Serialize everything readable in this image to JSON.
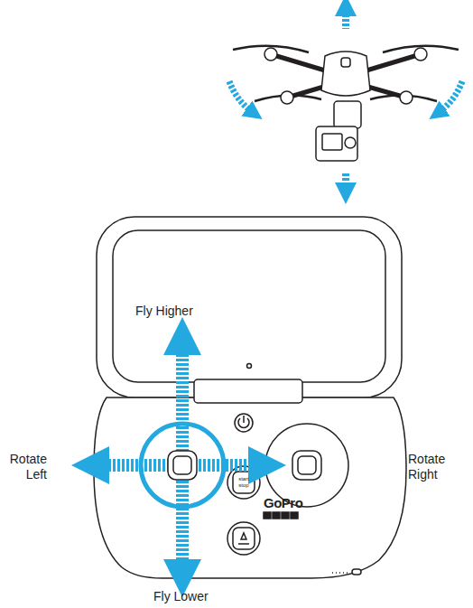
{
  "diagram": {
    "labels": [
      "Fly Higher",
      "Rotate Left",
      "Rotate Right",
      "Fly Lower",
      "start stop",
      "GoPro"
    ]
  }
}
